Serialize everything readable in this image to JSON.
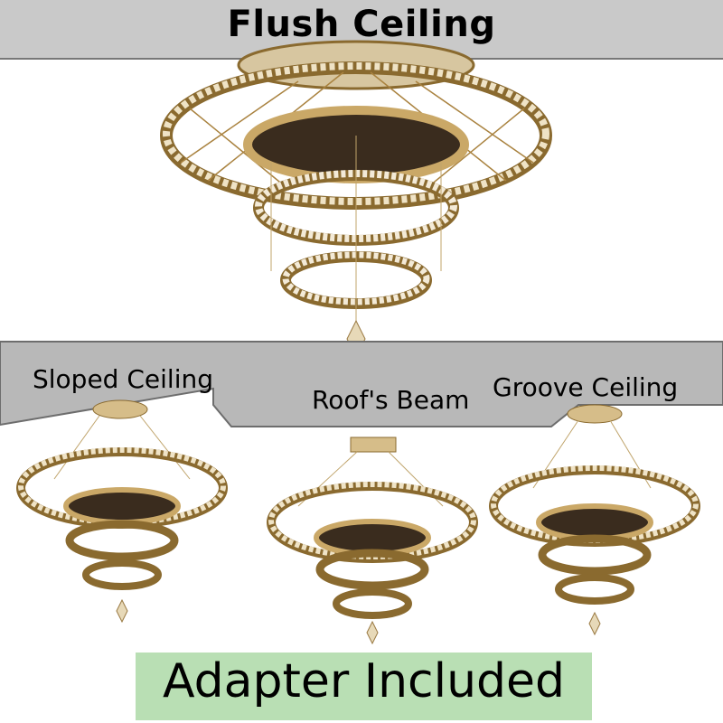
{
  "top": {
    "title": "Flush Ceiling"
  },
  "mounts": [
    {
      "label": "Sloped Ceiling"
    },
    {
      "label": "Roof's Beam"
    },
    {
      "label": "Groove Ceiling"
    }
  ],
  "footer": {
    "banner": "Adapter Included"
  },
  "colors": {
    "ceiling": "#c9c9c9",
    "banner": "#b9dfb4",
    "gold": "#c9a35a",
    "crystal": "#e9dfc9"
  }
}
